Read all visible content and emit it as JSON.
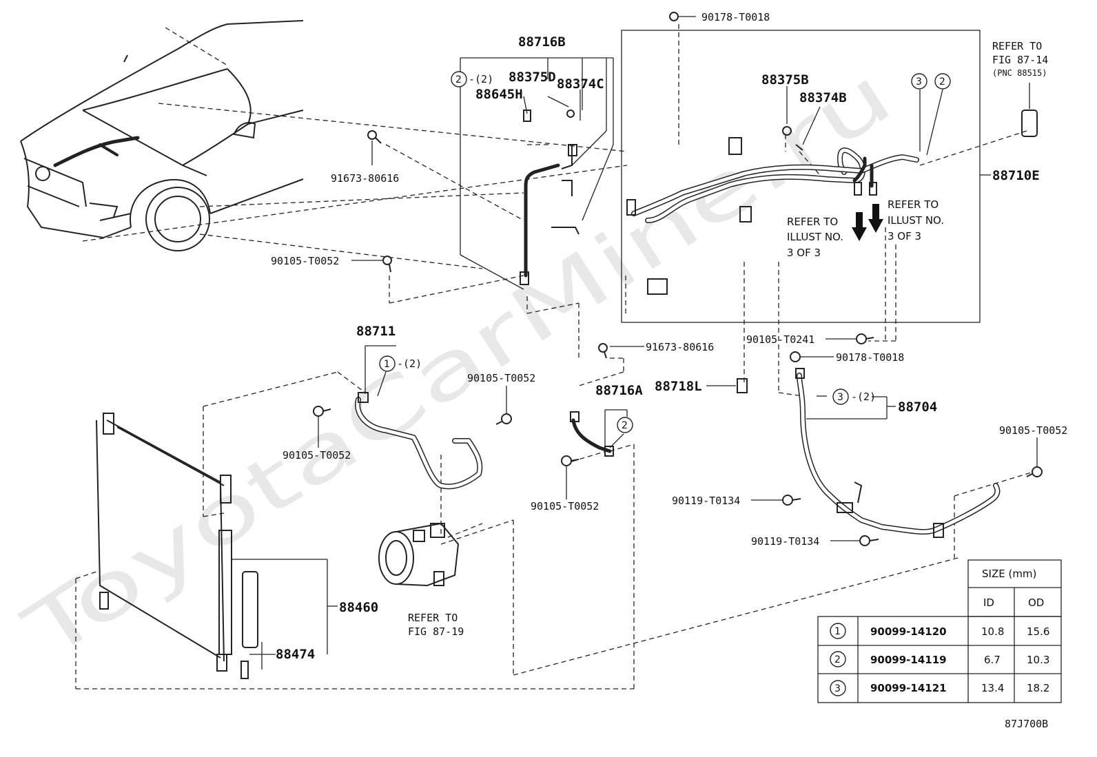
{
  "watermark": "ToyotaCarMine.ru",
  "figure_code": "87J700B",
  "part_labels": {
    "p_90178_top": "90178-T0018",
    "p_88716B": "88716B",
    "p_88375D": "88375D",
    "p_88374C": "88374C",
    "p_88645H": "88645H",
    "p_91673_a": "91673-80616",
    "p_90105_a": "90105-T0052",
    "p_88375B": "88375B",
    "p_88374B": "88374B",
    "p_88710E": "88710E",
    "p_88711": "88711",
    "p_91673_b": "91673-80616",
    "p_90105_T0241": "90105-T0241",
    "p_90178_mid": "90178-T0018",
    "p_90105_b": "90105-T0052",
    "p_90105_c": "90105-T0052",
    "p_88716A": "88716A",
    "p_88718L": "88718L",
    "p_88704": "88704",
    "p_90105_d": "90105-T0052",
    "p_90105_e": "90105-T0052",
    "p_90119_a": "90119-T0134",
    "p_90119_b": "90119-T0134",
    "p_88460": "88460",
    "p_88474": "88474"
  },
  "qty_labels": {
    "q_2_top": "2",
    "q_2_top_qty": "-(2)",
    "q_1": "1",
    "q_1_qty": "-(2)",
    "q_3_mid": "3",
    "q_3_mid_qty": "-(2)",
    "q_2_88716A": "2",
    "q_3_right": "3",
    "q_2_right": "2"
  },
  "notes": {
    "refer_87_14_l1": "REFER TO",
    "refer_87_14_l2": "FIG 87-14",
    "refer_87_14_l3": "(PNC 88515)",
    "refer_illust_a_l1": "REFER TO",
    "refer_illust_a_l2": "ILLUST NO.",
    "refer_illust_a_l3": "3 OF 3",
    "refer_illust_b_l1": "REFER TO",
    "refer_illust_b_l2": "ILLUST NO.",
    "refer_illust_b_l3": "3 OF 3",
    "refer_87_19_l1": "REFER TO",
    "refer_87_19_l2": "FIG 87-19"
  },
  "size_table": {
    "title": "SIZE (mm)",
    "col_id": "ID",
    "col_od": "OD",
    "rows": [
      {
        "mark": "1",
        "part": "90099-14120",
        "id": "10.8",
        "od": "15.6"
      },
      {
        "mark": "2",
        "part": "90099-14119",
        "id": "6.7",
        "od": "10.3"
      },
      {
        "mark": "3",
        "part": "90099-14121",
        "id": "13.4",
        "od": "18.2"
      }
    ]
  }
}
